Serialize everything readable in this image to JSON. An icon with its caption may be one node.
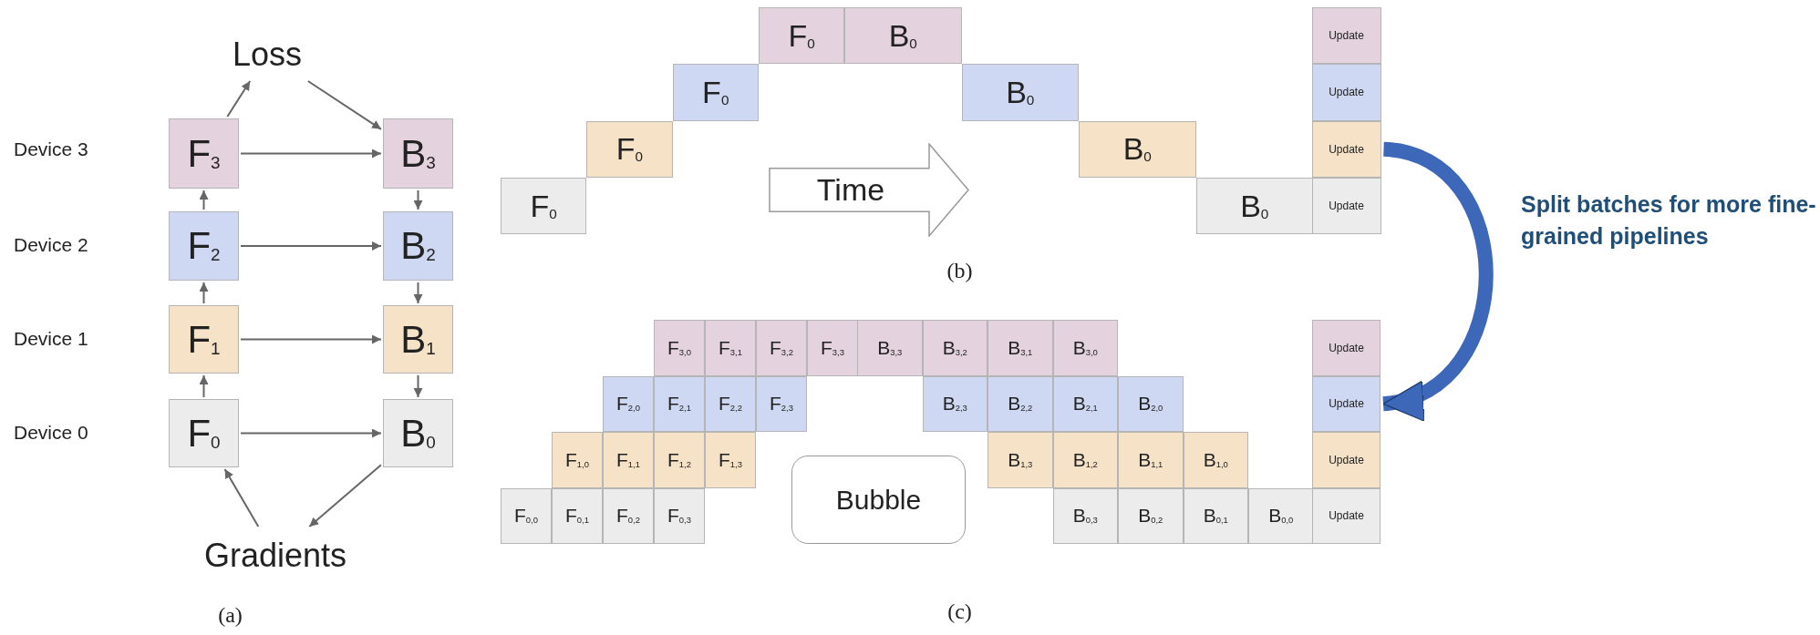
{
  "diagram": {
    "nodes": [
      {
        "text": [
          "Loss"
        ]
      },
      {
        "text": [
          "F$_{3}$"
        ]
      },
      {
        "text": [
          "B$_{3}$"
        ]
      },
      {
        "text": [
          "F$_{2}$"
        ]
      },
      {
        "text": [
          "B$_{2}$"
        ]
      },
      {
        "text": [
          "F$_{1}$"
        ]
      },
      {
        "text": [
          "B$_{1}$"
        ]
      },
      {
        "text": [
          "F$_{0}$"
        ]
      },
      {
        "text": [
          "B$_{0}$"
        ]
      },
      {
        "text": [
          "Gradients"
        ]
      },
      {
        "text": [
          "F$_{0}$"
        ]
      },
      {
        "text": [
          "B$_{0}$"
        ]
      },
      {
        "text": [
          "Update"
        ]
      },
      {
        "text": [
          "F$_{0}$"
        ]
      },
      {
        "text": [
          "B$_{0}$"
        ]
      },
      {
        "text": [
          "Update"
        ]
      },
      {
        "text": [
          "F$_{0}$"
        ]
      },
      {
        "text": [
          "B$_{0}$"
        ]
      },
      {
        "text": [
          "Update"
        ]
      },
      {
        "text": [
          "F$_{0}$"
        ]
      },
      {
        "text": [
          "B$_{0}$"
        ]
      },
      {
        "text": [
          "Update"
        ]
      },
      {
        "text": [
          "Time"
        ]
      },
      {
        "text": [
          "F$_{3,0}$"
        ]
      },
      {
        "text": [
          "F$_{3,1}$"
        ]
      },
      {
        "text": [
          "F$_{3,2}$"
        ]
      },
      {
        "text": [
          "F$_{3,3}$"
        ]
      },
      {
        "text": [
          "B$_{3,3}$"
        ]
      },
      {
        "text": [
          "B$_{3,2}$"
        ]
      },
      {
        "text": [
          "B$_{3,1}$"
        ]
      },
      {
        "text": [
          "B$_{3,0}$"
        ]
      },
      {
        "text": [
          "Update"
        ]
      },
      {
        "text": [
          "F$_{2,0}$"
        ]
      },
      {
        "text": [
          "F$_{2,1}$"
        ]
      },
      {
        "text": [
          "F$_{2,2}$"
        ]
      },
      {
        "text": [
          "F$_{2,3}$"
        ]
      },
      {
        "text": [
          "B$_{2,3}$"
        ]
      },
      {
        "text": [
          "B$_{2,2}$"
        ]
      },
      {
        "text": [
          "B$_{2,1}$"
        ]
      },
      {
        "text": [
          "B$_{2,0}$"
        ]
      },
      {
        "text": [
          "Update"
        ]
      },
      {
        "text": [
          "F$_{1,0}$"
        ]
      },
      {
        "text": [
          "F$_{1,1}$"
        ]
      },
      {
        "text": [
          "F$_{1,2}$"
        ]
      },
      {
        "text": [
          "F$_{1,3}$"
        ]
      },
      {
        "text": [
          "B$_{1,3}$"
        ]
      },
      {
        "text": [
          "B$_{1,2}$"
        ]
      },
      {
        "text": [
          "B$_{1,1}$"
        ]
      },
      {
        "text": [
          "B$_{1,0}$"
        ]
      },
      {
        "text": [
          "Update"
        ]
      },
      {
        "text": [
          "F$_{0,0}$"
        ]
      },
      {
        "text": [
          "F$_{0,1}$"
        ]
      },
      {
        "text": [
          "F$_{0,2}$"
        ]
      },
      {
        "text": [
          "F$_{0,3}$"
        ]
      },
      {
        "text": [
          "B$_{0,3}$"
        ]
      },
      {
        "text": [
          "B$_{0,2}$"
        ]
      },
      {
        "text": [
          "B$_{0,1}$"
        ]
      },
      {
        "text": [
          "B$_{0,0}$"
        ]
      },
      {
        "text": [
          "Update"
        ]
      },
      {
        "text": [
          "Bubble"
        ]
      }
    ],
    "edges": [
      {
        "from": 1,
        "to": 0,
        "arrow": "to"
      },
      {
        "from": 0,
        "to": 2,
        "arrow": "to"
      },
      {
        "from": 1,
        "to": 2,
        "arrow": "to"
      },
      {
        "from": 3,
        "to": 1,
        "arrow": "to"
      },
      {
        "from": 2,
        "to": 4,
        "arrow": "to"
      },
      {
        "from": 3,
        "to": 4,
        "arrow": "to"
      },
      {
        "from": 5,
        "to": 3,
        "arrow": "to"
      },
      {
        "from": 4,
        "to": 6,
        "arrow": "to"
      },
      {
        "from": 5,
        "to": 6,
        "arrow": "to"
      },
      {
        "from": 7,
        "to": 5,
        "arrow": "to"
      },
      {
        "from": 6,
        "to": 8,
        "arrow": "to"
      },
      {
        "from": 7,
        "to": 8,
        "arrow": "to"
      },
      {
        "from": 9,
        "to": 7,
        "arrow": "to"
      },
      {
        "from": 8,
        "to": 9,
        "arrow": "to"
      },
      {
        "from": 18,
        "to": 40,
        "arrow": "to",
        "style": "thick",
        "color": "#3d67b8"
      }
    ],
    "labels": [
      "Device 3",
      "Device 2",
      "Device 1",
      "Device 0",
      "(a)",
      "(b)",
      "Split batches for more fine-grained pipelines",
      "(c)"
    ]
  }
}
